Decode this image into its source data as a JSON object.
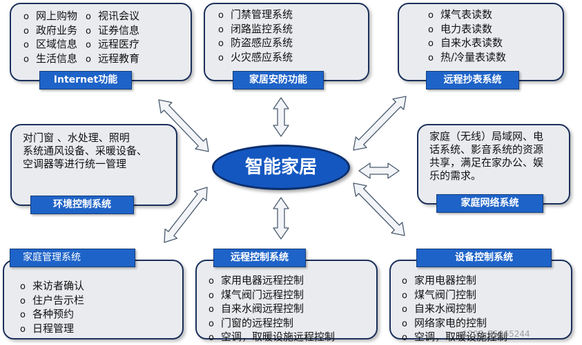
{
  "hub": {
    "label": "智能家居"
  },
  "internet": {
    "title": "Internet功能",
    "col1": [
      "网上购物",
      "政府业务",
      "区域信息",
      "生活信息"
    ],
    "col2": [
      "视讯会议",
      "证券信息",
      "远程医疗",
      "远程教育"
    ]
  },
  "security": {
    "title": "家居安防功能",
    "items": [
      "门禁管理系统",
      "闭路监控系统",
      "防盗感应系统",
      "火灾感应系统"
    ]
  },
  "meter": {
    "title": "远程抄表系统",
    "items": [
      "煤气表读数",
      "电力表读数",
      "自来水表读数",
      "热/冷量表读数"
    ]
  },
  "environment": {
    "title": "环境控制系统",
    "lines": [
      "对门窗 、水处理、照明",
      "系统通风设备、采暖设备、",
      "空调器等进行统一管理"
    ]
  },
  "network": {
    "title": "家庭网络系统",
    "lines": [
      "家庭（无线）局域网、电",
      "话系统、影音系统的资源",
      "共享，满足在家办公、娱",
      "乐的需求。"
    ]
  },
  "home_mgmt": {
    "title": "家庭管理系统",
    "items": [
      "来访者确认",
      "住户告示栏",
      "各种预约",
      "日程管理"
    ]
  },
  "remote": {
    "title": "远程控制系统",
    "items": [
      "家用电器远程控制",
      "煤气阀门远程控制",
      "自来水阀远程控制",
      "门窗的远程控制",
      "空调，取暖设施远程控制"
    ]
  },
  "device": {
    "title": "设备控制系统",
    "items": [
      "家用电器控制",
      "煤气阀门控制",
      "自来水阀控制",
      "网络家电的控制",
      "空调，取暖设施控制"
    ]
  },
  "watermark": "1205_75965244",
  "colors": {
    "box_fill": "#e9ebef",
    "box_border": "#1a2f5a",
    "label_fill": "#1e63c8",
    "hub_fill": "#1457c0",
    "arrow_fill": "#f2f4f8",
    "arrow_stroke": "#4a5a6e"
  }
}
